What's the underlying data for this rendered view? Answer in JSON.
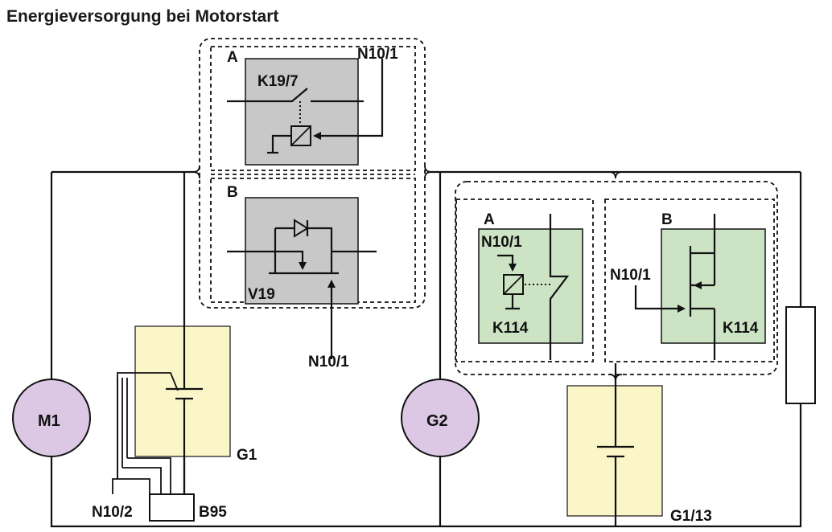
{
  "title": "Energieversorgung bei Motorstart",
  "colors": {
    "gray_module": "#c8c8c8",
    "green_module": "#cce3c4",
    "yellow_battery": "#fbf6c8",
    "purple_machine": "#dcc8e4",
    "line": "#111111"
  },
  "components": {
    "m1": "M1",
    "g2": "G2",
    "g1": "G1",
    "g1_13": "G1/13",
    "b95": "B95",
    "n10_2": "N10/2",
    "k19_7": "K19/7",
    "v19": "V19",
    "k114_a": "K114",
    "k114_b": "K114",
    "n10_1_left_a": "N10/1",
    "n10_1_left_bottom": "N10/1",
    "n10_1_right_a": "N10/1",
    "n10_1_right_b": "N10/1"
  },
  "variants": {
    "left_a": "A",
    "left_b": "B",
    "right_a": "A",
    "right_b": "B"
  }
}
